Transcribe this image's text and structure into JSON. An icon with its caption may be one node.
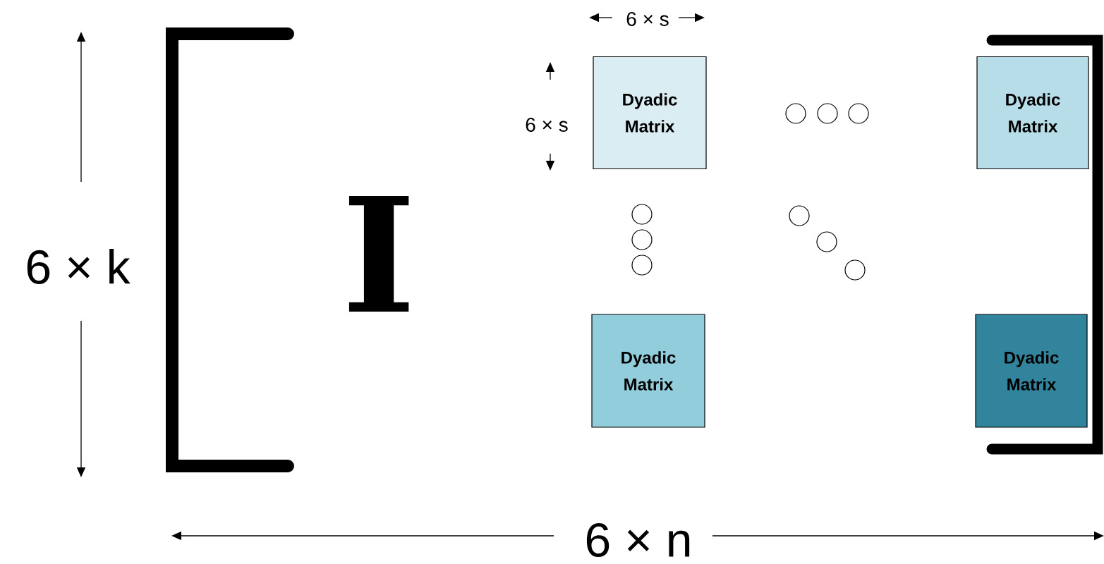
{
  "diagram": {
    "nodes": [
      {
        "text": [
          "Dyadic Matrix"
        ]
      },
      {
        "text": [
          "Dyadic Matrix"
        ]
      },
      {
        "text": [
          "Dyadic Matrix"
        ]
      },
      {
        "text": [
          "Dyadic Matrix"
        ]
      }
    ],
    "labels": [
      "6 × s",
      "6 × k",
      "6 × s",
      "I",
      "6 × n"
    ]
  }
}
